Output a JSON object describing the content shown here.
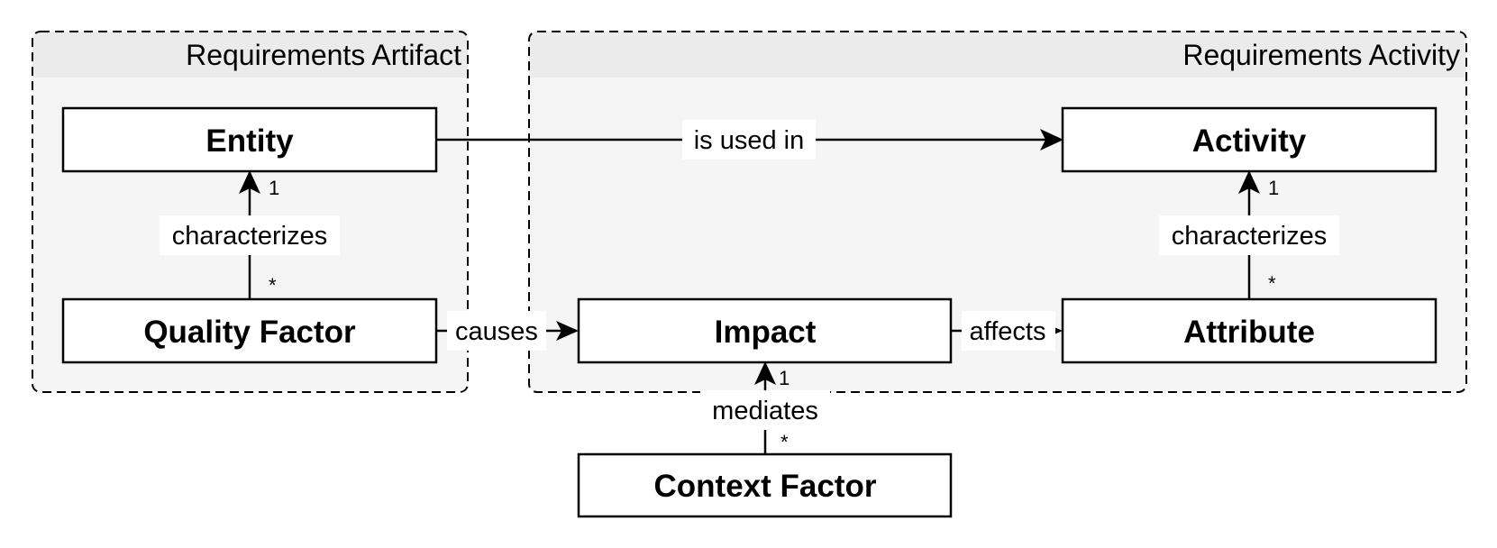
{
  "groups": {
    "artifact": {
      "title": "Requirements Artifact"
    },
    "activity": {
      "title": "Requirements Activity"
    }
  },
  "nodes": {
    "entity": "Entity",
    "quality_factor": "Quality Factor",
    "activity": "Activity",
    "impact": "Impact",
    "attribute": "Attribute",
    "context_factor": "Context Factor"
  },
  "edges": {
    "is_used_in": "is used in",
    "characterizes_entity": "characterizes",
    "characterizes_activity": "characterizes",
    "causes": "causes",
    "affects": "affects",
    "mediates": "mediates"
  },
  "multiplicities": {
    "entity_end": "1",
    "quality_factor_end": "*",
    "activity_end": "1",
    "attribute_end": "*",
    "impact_end": "1",
    "context_factor_end": "*"
  }
}
